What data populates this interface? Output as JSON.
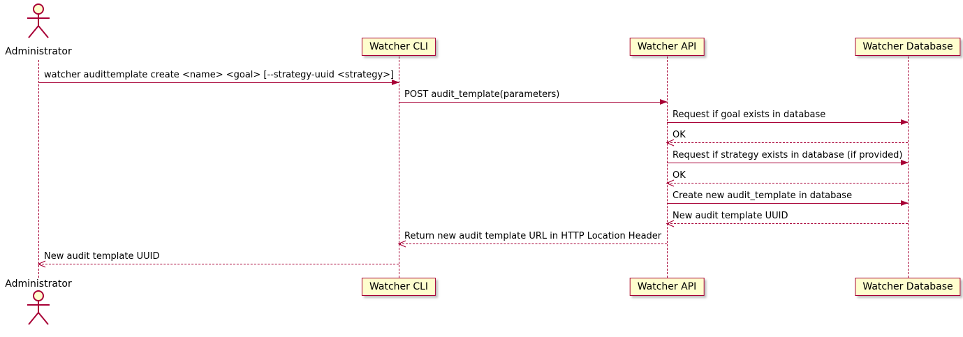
{
  "diagram": {
    "type": "sequence",
    "tool_style": "plantuml",
    "participants": [
      {
        "name": "Administrator",
        "kind": "actor"
      },
      {
        "name": "Watcher CLI",
        "kind": "participant"
      },
      {
        "name": "Watcher API",
        "kind": "participant"
      },
      {
        "name": "Watcher Database",
        "kind": "participant"
      }
    ],
    "messages": [
      {
        "from": "Administrator",
        "to": "Watcher CLI",
        "label": "watcher audittemplate create <name> <goal> [--strategy-uuid <strategy>]",
        "style": "solid",
        "direction": "right"
      },
      {
        "from": "Watcher CLI",
        "to": "Watcher API",
        "label": "POST audit_template(parameters)",
        "style": "solid",
        "direction": "right"
      },
      {
        "from": "Watcher API",
        "to": "Watcher Database",
        "label": "Request if goal exists in database",
        "style": "solid",
        "direction": "right"
      },
      {
        "from": "Watcher Database",
        "to": "Watcher API",
        "label": "OK",
        "style": "dashed",
        "direction": "left"
      },
      {
        "from": "Watcher API",
        "to": "Watcher Database",
        "label": "Request if strategy exists in database (if provided)",
        "style": "solid",
        "direction": "right"
      },
      {
        "from": "Watcher Database",
        "to": "Watcher API",
        "label": "OK",
        "style": "dashed",
        "direction": "left"
      },
      {
        "from": "Watcher API",
        "to": "Watcher Database",
        "label": "Create new audit_template in database",
        "style": "solid",
        "direction": "right"
      },
      {
        "from": "Watcher Database",
        "to": "Watcher API",
        "label": "New audit template UUID",
        "style": "dashed",
        "direction": "left"
      },
      {
        "from": "Watcher API",
        "to": "Watcher CLI",
        "label": "Return new audit template URL in HTTP Location Header",
        "style": "dashed",
        "direction": "left"
      },
      {
        "from": "Watcher CLI",
        "to": "Administrator",
        "label": "New audit template UUID",
        "style": "dashed",
        "direction": "left"
      }
    ],
    "colors": {
      "box_fill": "#FEFECE",
      "line": "#A80036",
      "text": "#000000",
      "background": "#FFFFFF"
    }
  }
}
